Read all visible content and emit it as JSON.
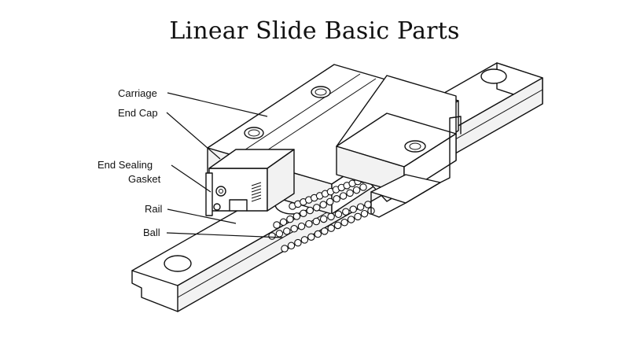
{
  "title": "Linear Slide Basic Parts",
  "labels": {
    "carriage": "Carriage",
    "end_cap": "End Cap",
    "end_sealing_line1": "End Sealing",
    "end_sealing_line2": "Gasket",
    "rail": "Rail",
    "ball": "Ball"
  },
  "colors": {
    "ink": "#111111",
    "paper": "#ffffff"
  }
}
